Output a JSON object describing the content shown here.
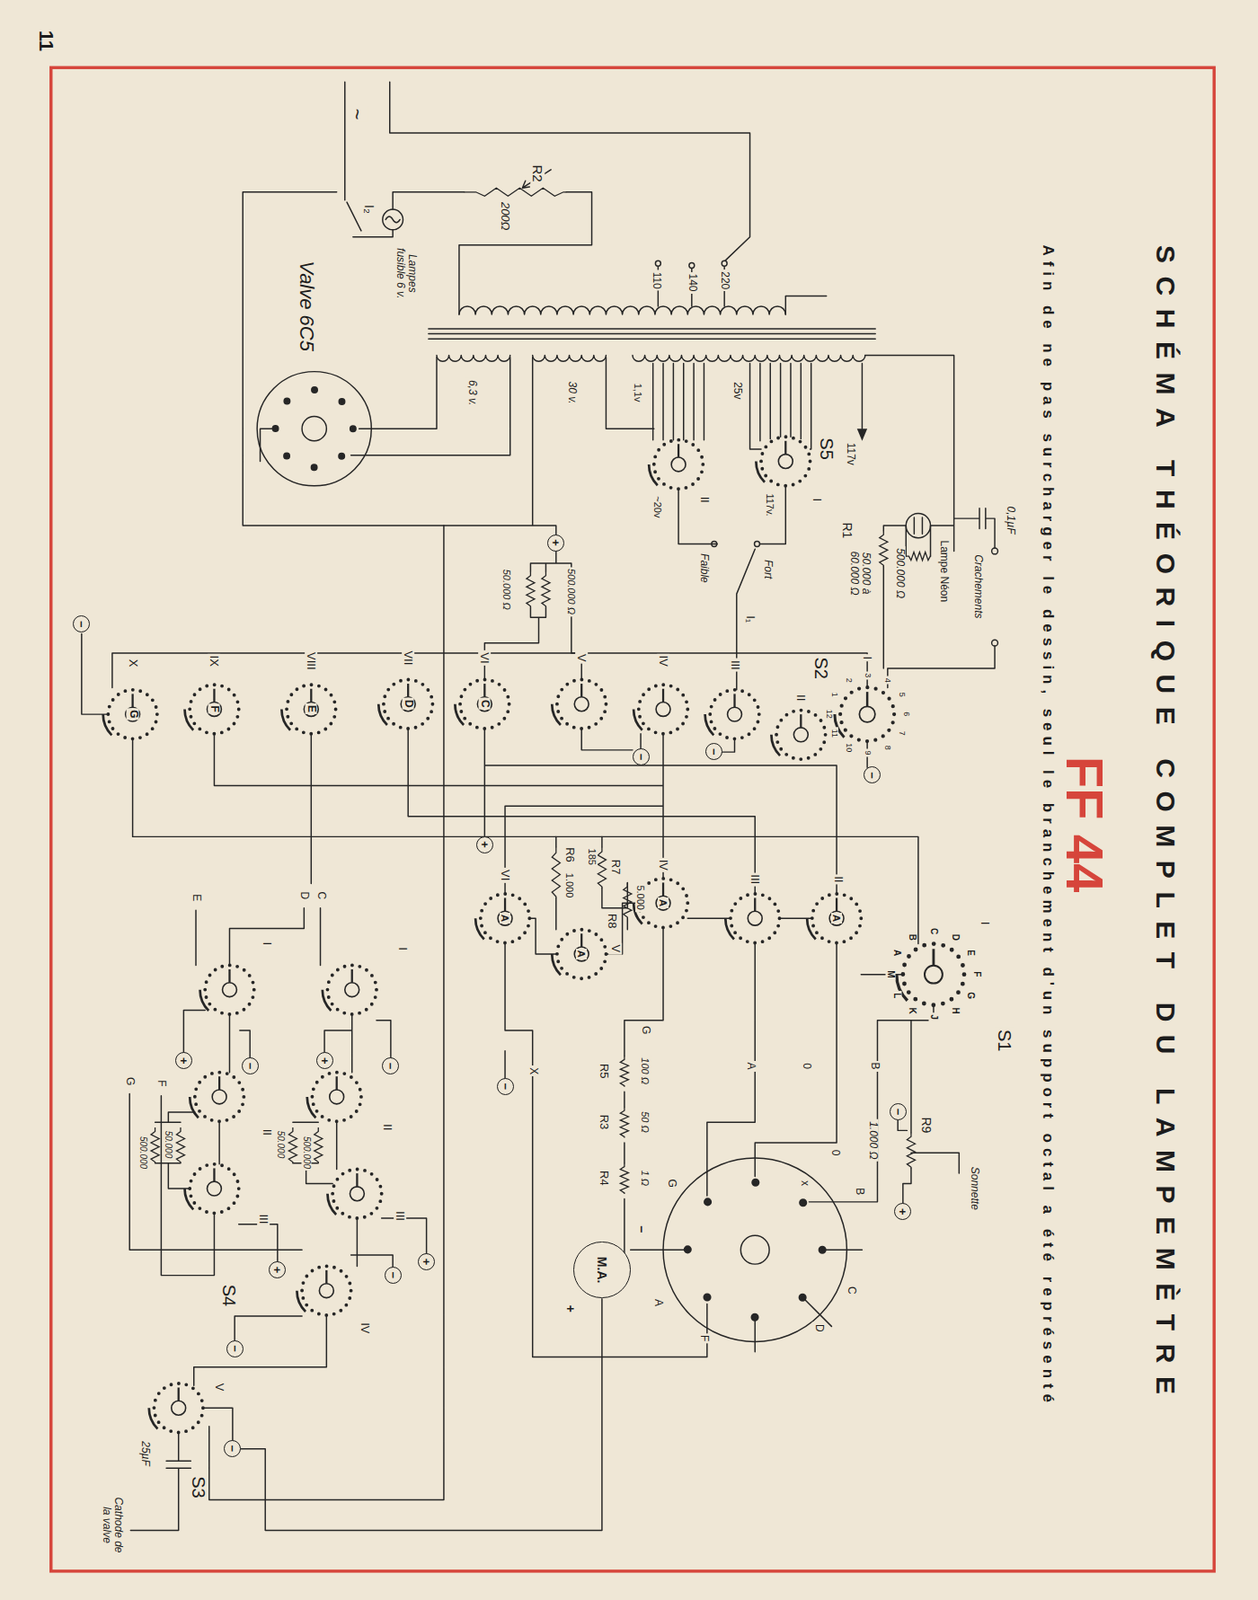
{
  "diagram": {
    "title": "SCHÉMA THÉORIQUE COMPLET DU LAMPEMÈTRE",
    "caption": "Afin de ne pas surcharger le dessin, seul le branchement d'un support octal a été représenté",
    "nodes": [
      {
        "text": [
          "M.A."
        ]
      },
      {
        "text": [
          "+"
        ]
      },
      {
        "text": [
          "+"
        ]
      },
      {
        "text": [
          "+"
        ]
      },
      {
        "text": [
          "+"
        ]
      },
      {
        "text": [
          "+"
        ]
      },
      {
        "text": [
          "+"
        ]
      },
      {
        "text": [
          "+"
        ]
      },
      {
        "text": [
          "−"
        ]
      },
      {
        "text": [
          "−"
        ]
      },
      {
        "text": [
          "−"
        ]
      },
      {
        "text": [
          "−"
        ]
      },
      {
        "text": [
          "−"
        ]
      },
      {
        "text": [
          "−"
        ]
      },
      {
        "text": [
          "−"
        ]
      },
      {
        "text": [
          "−"
        ]
      },
      {
        "text": [
          "−"
        ]
      },
      {
        "text": [
          "−"
        ]
      },
      {
        "text": [
          "−"
        ]
      }
    ],
    "labels": [
      "FF 44",
      "11",
      "~",
      "R2",
      "200Ω",
      "I₂",
      "Lampes fusible 6 v.",
      "Valve 6C5",
      "110",
      "140",
      "220",
      "6,3 v.",
      "30 v.",
      "1,1v",
      "25v",
      "117v",
      "S5",
      "I",
      "II",
      "117v.",
      "~20v",
      "0,1µF",
      "Crachements",
      "Lampe Néon",
      "R1",
      "500.000 Ω",
      "50.000 à 60.000 Ω",
      "Fort",
      "Faible",
      "I₁",
      "500.000 Ω",
      "50.000 Ω",
      "S2",
      "I",
      "II",
      "III",
      "IV",
      "V",
      "VI",
      "VII",
      "VIII",
      "IX",
      "X",
      "C",
      "D",
      "E",
      "F",
      "G",
      "1",
      "2",
      "3",
      "4",
      "5",
      "6",
      "7",
      "8",
      "9",
      "10",
      "11",
      "12",
      "S1",
      "I",
      "A",
      "B",
      "C",
      "D",
      "E",
      "F",
      "G",
      "H",
      "J",
      "K",
      "L",
      "M",
      "II",
      "III",
      "IV",
      "V",
      "VI",
      "A",
      "A",
      "A",
      "A",
      "R7",
      "185",
      "5.000",
      "R8",
      "R6",
      "1.000",
      "R9",
      "1.000 Ω",
      "Sonnette",
      "B",
      "0",
      "A",
      "G",
      "X",
      "R5",
      "100 Ω",
      "R3",
      "50 Ω",
      "R4",
      "1 Ω",
      "−",
      "+",
      "0",
      "B",
      "x",
      "C",
      "D",
      "F",
      "A",
      "G",
      "S4",
      "I",
      "II",
      "III",
      "IV",
      "I",
      "II",
      "III",
      "C",
      "D",
      "E",
      "F",
      "G",
      "500.000",
      "50.000",
      "500.000",
      "50.000",
      "S3",
      "V",
      "25µF",
      "Cathode de la valve"
    ]
  }
}
